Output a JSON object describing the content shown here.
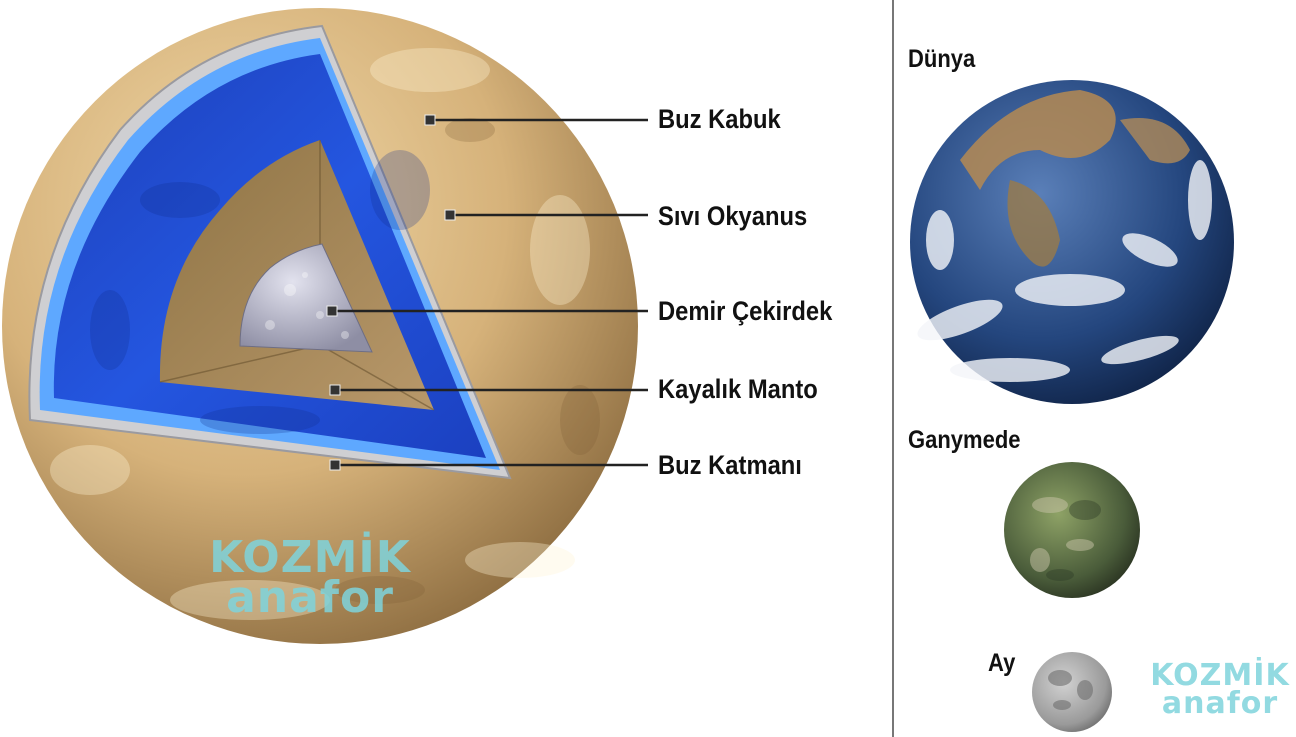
{
  "layers": [
    {
      "label": "Buz Kabuk"
    },
    {
      "label": "Sıvı Okyanus"
    },
    {
      "label": "Demir Çekirdek"
    },
    {
      "label": "Kayalık Manto"
    },
    {
      "label": "Buz Katmanı"
    }
  ],
  "comparison": {
    "earth": {
      "label": "Dünya"
    },
    "ganymede": {
      "label": "Ganymede"
    },
    "moon": {
      "label": "Ay"
    }
  },
  "watermark": {
    "line1": "KOZMİK",
    "line2": "anafor"
  },
  "colors": {
    "surface": "#d8b47c",
    "ocean": "#1f4fd6",
    "ice_ring": "#5ea8ff",
    "mantle": "#a98a55",
    "core": "#a7a7b8",
    "watermark": "#7fd4dc"
  }
}
